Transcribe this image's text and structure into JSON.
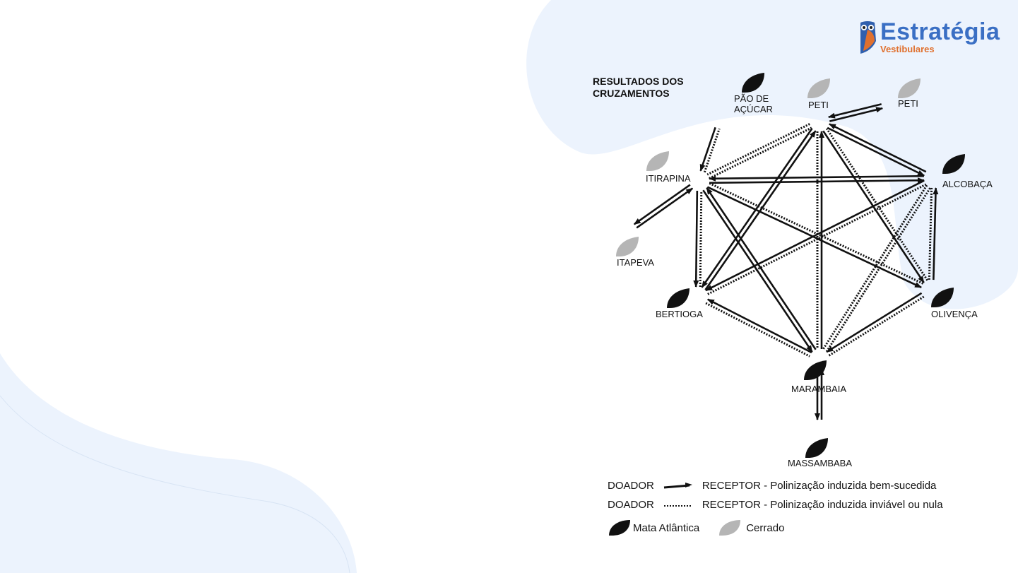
{
  "logo": {
    "name": "Estratégia",
    "subtitle": "Vestibulares"
  },
  "title": {
    "line1": "RESULTADOS DOS",
    "line2": "CRUZAMENTOS"
  },
  "colors": {
    "mata_atlantica": "#111111",
    "cerrado": "#b5b5b5",
    "background_shape": "#ecf3fd",
    "logo_blue": "#3a6fc4",
    "logo_orange": "#e0702e"
  },
  "nodes": [
    {
      "id": "pao",
      "label1": "PÃO DE",
      "label2": "AÇÚCAR",
      "biome": "mata_atlantica"
    },
    {
      "id": "peti",
      "label1": "PETI",
      "label2": "",
      "biome": "cerrado"
    },
    {
      "id": "peti2",
      "label1": "PETI",
      "label2": "",
      "biome": "cerrado"
    },
    {
      "id": "iti",
      "label1": "ITIRAPINA",
      "label2": "",
      "biome": "cerrado"
    },
    {
      "id": "alc",
      "label1": "ALCOBAÇA",
      "label2": "",
      "biome": "mata_atlantica"
    },
    {
      "id": "ita",
      "label1": "ITAPEVA",
      "label2": "",
      "biome": "cerrado"
    },
    {
      "id": "ber",
      "label1": "BERTIOGA",
      "label2": "",
      "biome": "mata_atlantica"
    },
    {
      "id": "oli",
      "label1": "OLIVENÇA",
      "label2": "",
      "biome": "mata_atlantica"
    },
    {
      "id": "mar",
      "label1": "MARAMBAIA",
      "label2": "",
      "biome": "mata_atlantica"
    },
    {
      "id": "mas",
      "label1": "MASSAMBABA",
      "label2": "",
      "biome": "mata_atlantica"
    }
  ],
  "edges": [
    {
      "from": "peti",
      "to": "peti2",
      "type": "success"
    },
    {
      "from": "peti2",
      "to": "peti",
      "type": "success"
    },
    {
      "from": "pao",
      "to": "iti",
      "type": "success"
    },
    {
      "from": "iti",
      "to": "pao",
      "type": "null"
    },
    {
      "from": "iti",
      "to": "peti",
      "type": "null"
    },
    {
      "from": "peti",
      "to": "iti",
      "type": "null"
    },
    {
      "from": "peti",
      "to": "alc",
      "type": "success"
    },
    {
      "from": "alc",
      "to": "peti",
      "type": "success"
    },
    {
      "from": "iti",
      "to": "alc",
      "type": "success"
    },
    {
      "from": "alc",
      "to": "iti",
      "type": "success"
    },
    {
      "from": "iti",
      "to": "ita",
      "type": "success"
    },
    {
      "from": "ita",
      "to": "iti",
      "type": "success"
    },
    {
      "from": "iti",
      "to": "ber",
      "type": "success"
    },
    {
      "from": "ber",
      "to": "iti",
      "type": "null"
    },
    {
      "from": "iti",
      "to": "mar",
      "type": "success"
    },
    {
      "from": "mar",
      "to": "iti",
      "type": "success"
    },
    {
      "from": "iti",
      "to": "oli",
      "type": "success"
    },
    {
      "from": "oli",
      "to": "iti",
      "type": "null"
    },
    {
      "from": "peti",
      "to": "ber",
      "type": "success"
    },
    {
      "from": "ber",
      "to": "peti",
      "type": "success"
    },
    {
      "from": "mar",
      "to": "peti",
      "type": "success"
    },
    {
      "from": "peti",
      "to": "mar",
      "type": "null"
    },
    {
      "from": "peti",
      "to": "oli",
      "type": "success"
    },
    {
      "from": "oli",
      "to": "peti",
      "type": "null"
    },
    {
      "from": "alc",
      "to": "ber",
      "type": "success"
    },
    {
      "from": "ber",
      "to": "alc",
      "type": "null"
    },
    {
      "from": "alc",
      "to": "mar",
      "type": "null"
    },
    {
      "from": "mar",
      "to": "alc",
      "type": "null"
    },
    {
      "from": "oli",
      "to": "alc",
      "type": "success"
    },
    {
      "from": "alc",
      "to": "oli",
      "type": "null"
    },
    {
      "from": "mar",
      "to": "ber",
      "type": "success"
    },
    {
      "from": "ber",
      "to": "mar",
      "type": "null"
    },
    {
      "from": "oli",
      "to": "mar",
      "type": "success"
    },
    {
      "from": "mar",
      "to": "oli",
      "type": "null"
    },
    {
      "from": "mar",
      "to": "mas",
      "type": "success"
    },
    {
      "from": "mas",
      "to": "mar",
      "type": "success"
    }
  ],
  "legend": {
    "donor": "DOADOR",
    "success": "RECEPTOR - Polinização induzida bem-sucedida",
    "null": "RECEPTOR - Polinização induzida inviável ou nula",
    "mata_atlantica": "Mata Atlântica",
    "cerrado": "Cerrado"
  }
}
